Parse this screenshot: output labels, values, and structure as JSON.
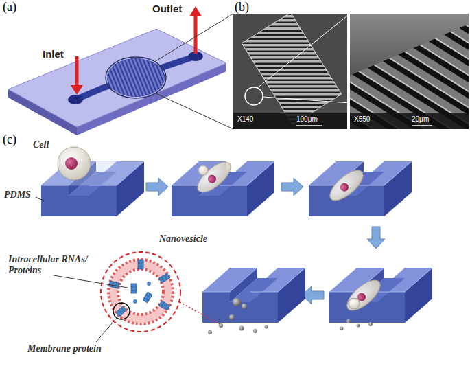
{
  "diagram": {
    "labels": [
      "(a)",
      "Inlet",
      "Outlet",
      "(b)",
      "X140",
      "100μm",
      "X550",
      "20μm",
      "(c)",
      "Cell",
      "PDMS",
      "Nanovesicle",
      "Intracellular RNAs/ Proteins",
      "Membrane protein"
    ]
  }
}
